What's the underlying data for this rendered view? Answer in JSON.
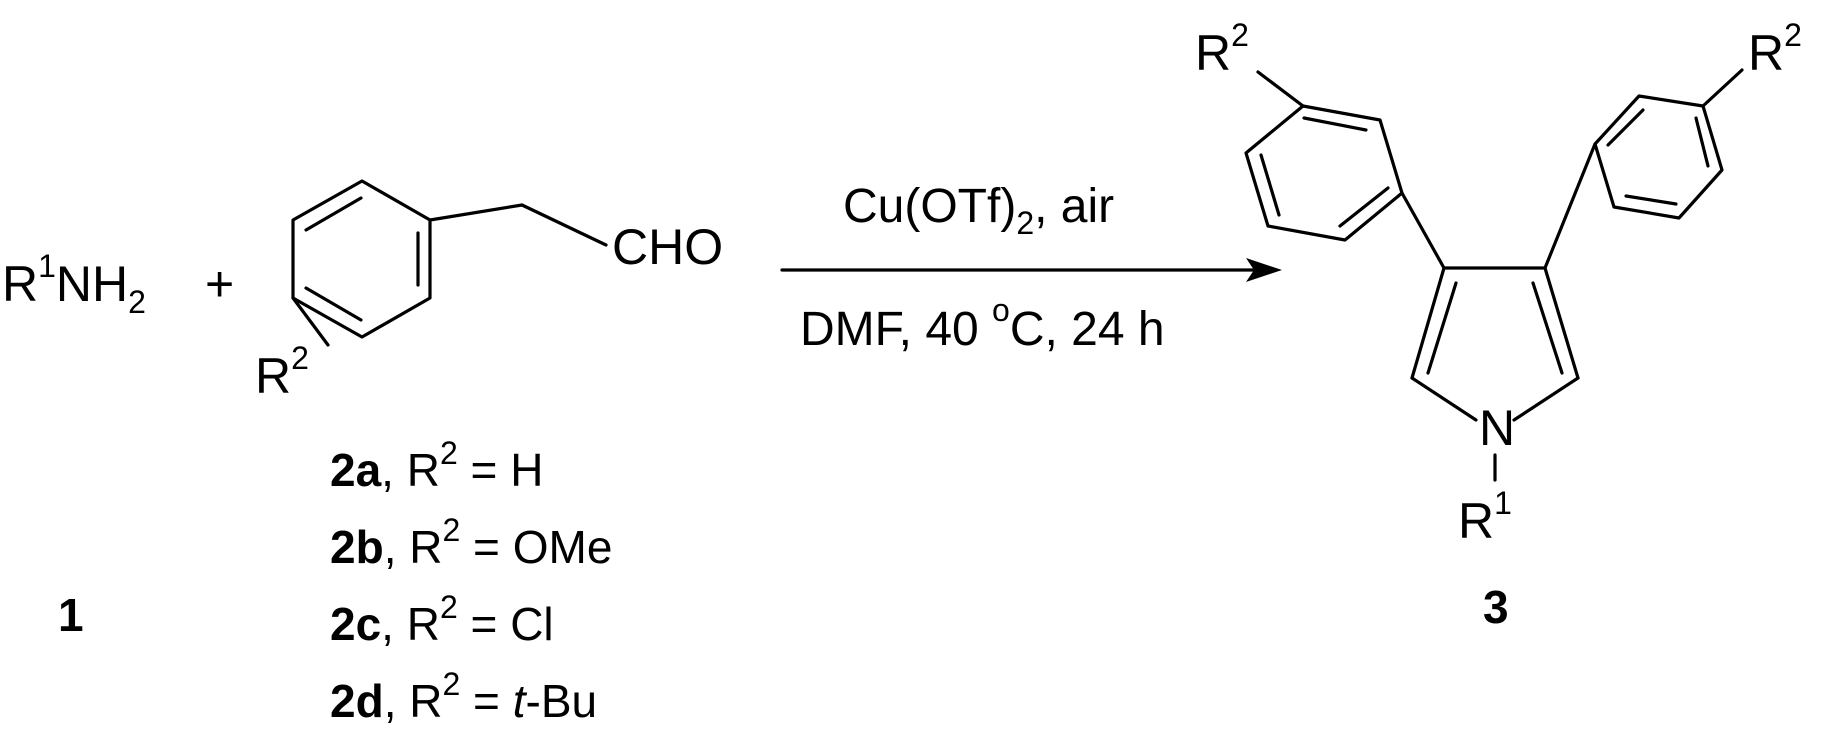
{
  "scheme": {
    "reactant_amine": {
      "R": "R",
      "sup": "1",
      "NH": "NH",
      "sub": "2"
    },
    "plus": "+",
    "aldehyde": {
      "cho": "CHO",
      "r2": "R",
      "r2_sup": "2"
    },
    "conditions": {
      "reagent_cu": "Cu(OTf)",
      "reagent_sub": "2",
      "reagent_rest": ", air",
      "solvent_line": "DMF, 40 ",
      "deg_sup": "o",
      "solvent_rest": "C, 24 h"
    },
    "product": {
      "r2_left": "R",
      "r2_left_sup": "2",
      "r2_right": "R",
      "r2_right_sup": "2",
      "n": "N",
      "r1": "R",
      "r1_sup": "1"
    },
    "compound_labels": {
      "amine": "1",
      "product": "3"
    },
    "variants": [
      {
        "id": "2a",
        "r": "R",
        "sup": "2",
        "eq": " = ",
        "value": "H",
        "italic": "",
        "suffix": ""
      },
      {
        "id": "2b",
        "r": "R",
        "sup": "2",
        "eq": " = ",
        "value": "OMe",
        "italic": "",
        "suffix": ""
      },
      {
        "id": "2c",
        "r": "R",
        "sup": "2",
        "eq": " = ",
        "value": "Cl",
        "italic": "",
        "suffix": ""
      },
      {
        "id": "2d",
        "r": "R",
        "sup": "2",
        "eq": " = ",
        "value": "",
        "italic": "t",
        "suffix": "-Bu"
      }
    ],
    "sep": ", "
  }
}
